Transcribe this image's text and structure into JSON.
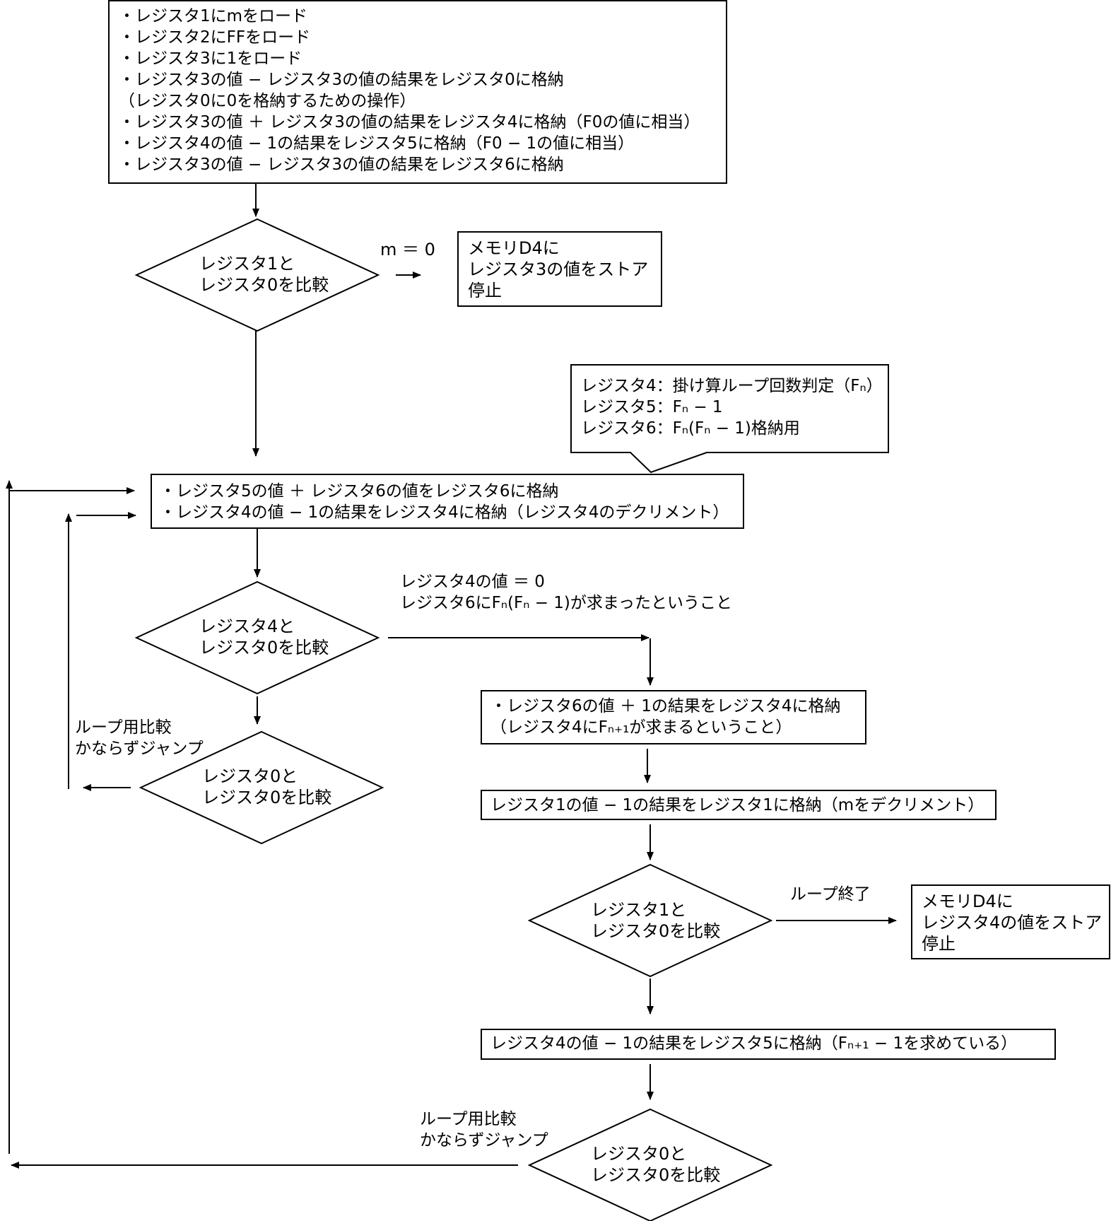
{
  "box_init": {
    "lines": [
      "・レジスタ1にmをロード",
      "・レジスタ2にFFをロード",
      "・レジスタ3に1をロード",
      "・レジスタ3の値 − レジスタ3の値の結果をレジスタ0に格納",
      "（レジスタ0に0を格納するための操作）",
      "・レジスタ3の値 ＋ レジスタ3の値の結果をレジスタ4に格納（F0の値に相当）",
      "・レジスタ4の値 − 1の結果をレジスタ5に格納（F0 − 1の値に相当）",
      "・レジスタ3の値 − レジスタ3の値の結果をレジスタ6に格納"
    ]
  },
  "decision_1": {
    "lines": [
      "レジスタ1と",
      "レジスタ0を比較"
    ]
  },
  "label_m_zero": "m ＝ 0",
  "box_store_3": {
    "lines": [
      "メモリD4に",
      "レジスタ3の値をストア",
      "停止"
    ]
  },
  "callout": {
    "lines": [
      "レジスタ4：掛け算ループ回数判定（Fₙ）",
      "レジスタ5：Fₙ − 1",
      "レジスタ6：Fₙ(Fₙ − 1)格納用"
    ]
  },
  "box_loop": {
    "lines": [
      "・レジスタ5の値 ＋ レジスタ6の値をレジスタ6に格納",
      "・レジスタ4の値 − 1の結果をレジスタ4に格納（レジスタ4のデクリメント）"
    ]
  },
  "decision_2": {
    "lines": [
      "レジスタ4と",
      "レジスタ0を比較"
    ]
  },
  "label_r4_zero": {
    "lines": [
      "レジスタ4の値 ＝ 0",
      "レジスタ6にFₙ(Fₙ − 1)が求まったということ"
    ]
  },
  "box_r6_plus": {
    "lines": [
      "・レジスタ6の値 ＋ 1の結果をレジスタ4に格納",
      "（レジスタ4にFₙ₊₁が求まるということ）"
    ]
  },
  "label_jump_1": {
    "lines": [
      "ループ用比較",
      "かならずジャンプ"
    ]
  },
  "decision_3": {
    "lines": [
      "レジスタ0と",
      "レジスタ0を比較"
    ]
  },
  "box_dec_m": {
    "text": "レジスタ1の値 − 1の結果をレジスタ1に格納（mをデクリメント）"
  },
  "decision_4": {
    "lines": [
      "レジスタ1と",
      "レジスタ0を比較"
    ]
  },
  "label_loop_end": "ループ終了",
  "box_store_4": {
    "lines": [
      "メモリD4に",
      "レジスタ4の値をストア",
      "停止"
    ]
  },
  "box_r5": {
    "text": "レジスタ4の値 − 1の結果をレジスタ5に格納（Fₙ₊₁ − 1を求めている）"
  },
  "label_jump_2": {
    "lines": [
      "ループ用比較",
      "かならずジャンプ"
    ]
  },
  "decision_5": {
    "lines": [
      "レジスタ0と",
      "レジスタ0を比較"
    ]
  }
}
